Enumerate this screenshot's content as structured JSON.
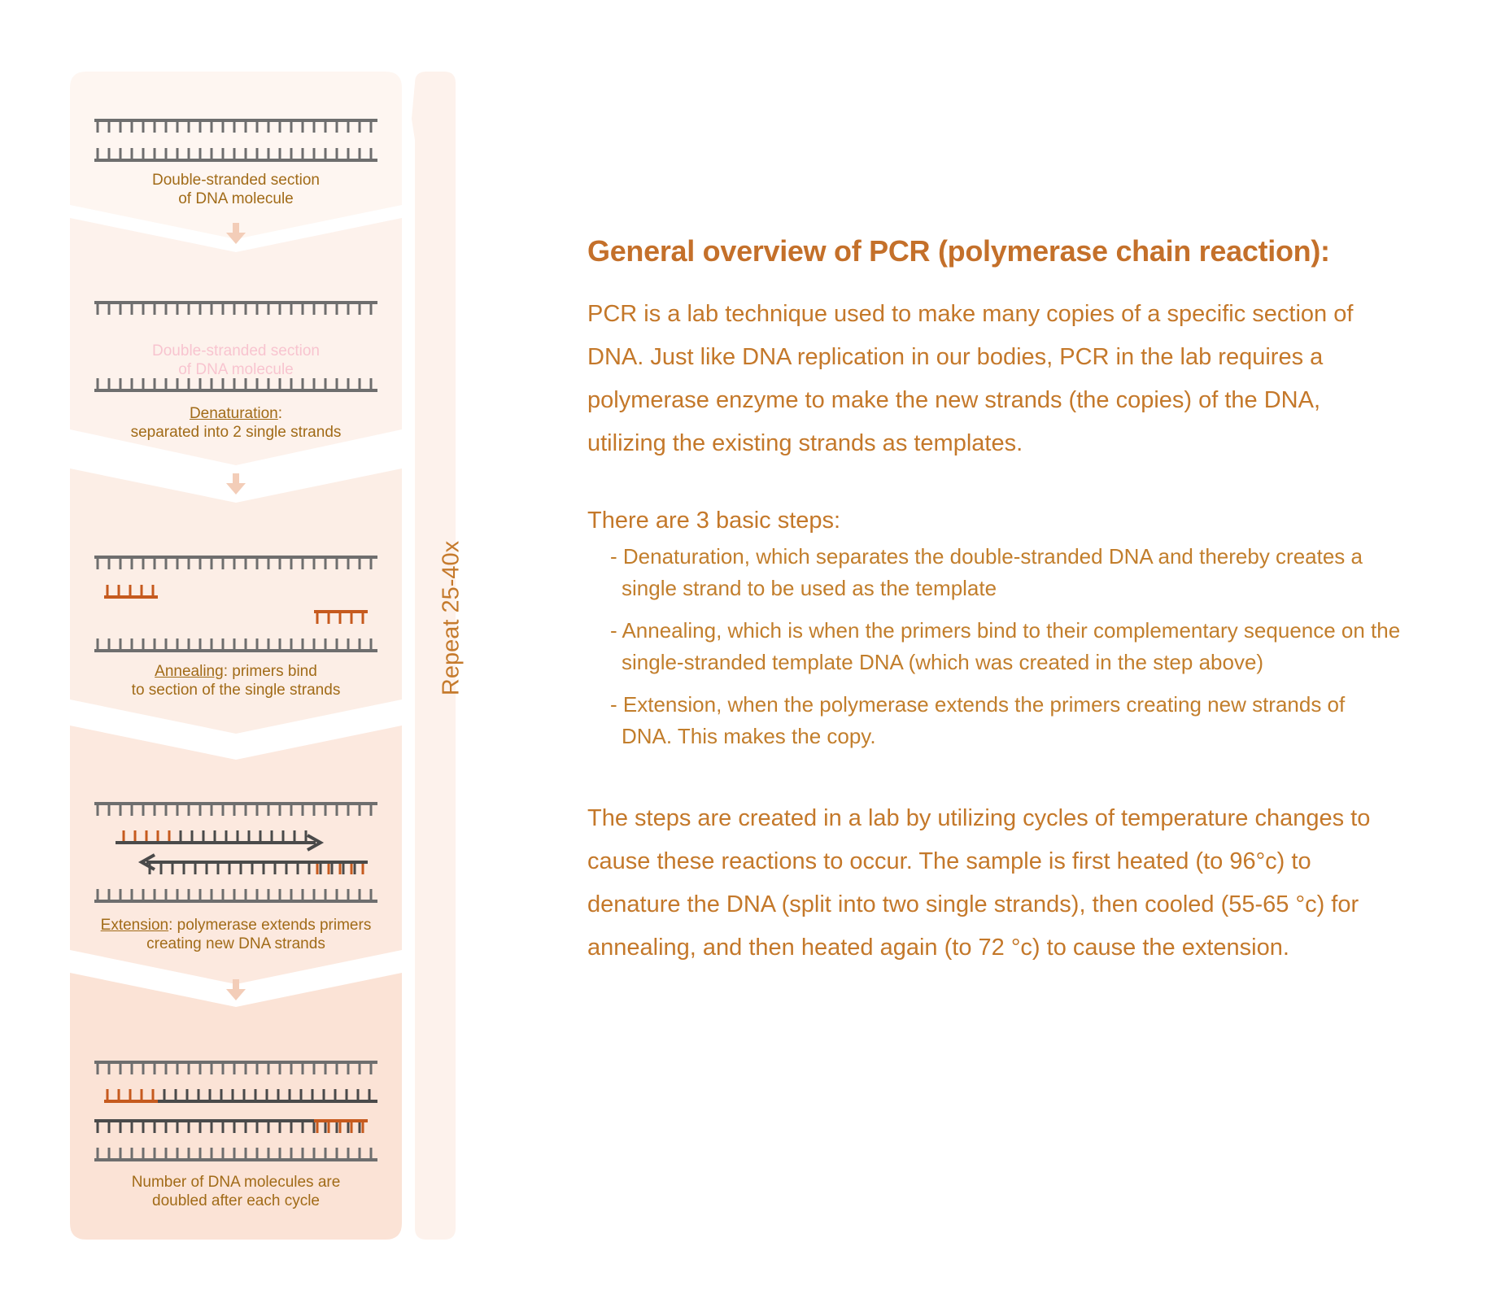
{
  "diagram": {
    "repeat_label": "Repeat 25-40x",
    "stages": [
      {
        "id": "start",
        "label": "Double-stranded section\nof DNA molecule"
      },
      {
        "id": "denaturation",
        "term": "Denaturation",
        "rest": ":",
        "line2": "separated into 2 single strands"
      },
      {
        "id": "annealing",
        "term": "Annealing",
        "rest": ": primers bind",
        "line2": "to section of the single strands"
      },
      {
        "id": "extension",
        "term": "Extension",
        "rest": ": polymerase extends primers",
        "line2": "creating new DNA strands"
      },
      {
        "id": "result",
        "label": "Number of DNA molecules are\ndoubled after each cycle"
      }
    ],
    "ghost_label": "Double-stranded section\nof DNA molecule",
    "colors": {
      "panel": "#fdf1ea",
      "strand": "#6e6e6e",
      "primer": "#c65a1e",
      "label": "#a16b18",
      "arrow": "#4a4a4a"
    }
  },
  "panel": {
    "title": "General overview of PCR (polymerase chain reaction):",
    "intro": "PCR is a lab technique used to make many copies of a specific section of DNA.  Just like DNA replication in our bodies, PCR in the lab requires a polymerase enzyme to make the new strands (the copies) of the DNA, utilizing the existing strands as templates.",
    "steps_heading": "There are 3 basic steps:",
    "steps": [
      "- Denaturation, which separates the double-stranded DNA and thereby creates a single strand to be used as the template",
      "- Annealing, which is when the primers bind to their complementary sequence on the single-stranded template DNA (which was created in the step above)",
      "- Extension, when the polymerase extends the primers creating new strands of DNA.  This makes the copy."
    ],
    "conclusion": "The steps are created in a lab by utilizing cycles of temperature changes to cause these reactions to occur.  The sample is first heated (to 96°c) to denature the DNA (split into two single strands), then cooled (55-65 °c) for annealing, and then heated again (to 72 °c) to cause the extension."
  }
}
